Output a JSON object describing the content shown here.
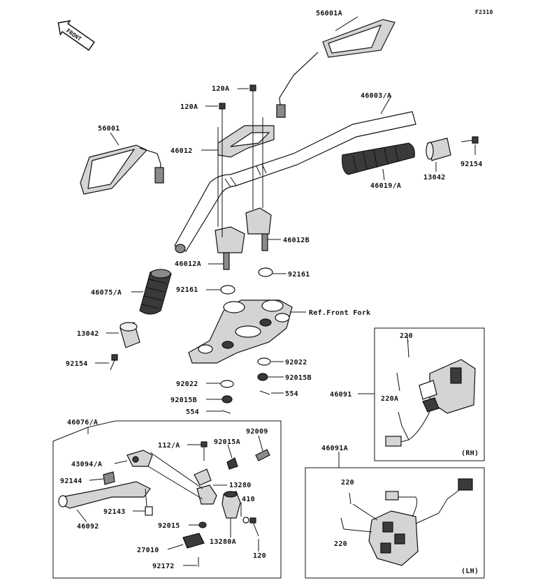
{
  "figure_code": "F2310",
  "front_indicator": "FRONT",
  "labels": {
    "p56001A": "56001A",
    "p120A_1": "120A",
    "p120A_2": "120A",
    "p46003A": "46003/A",
    "p56001": "56001",
    "p46012": "46012",
    "p13042_r": "13042",
    "p92154_r": "92154",
    "p46019A": "46019/A",
    "p46012B": "46012B",
    "p46012A": "46012A",
    "p92161_r": "92161",
    "p46075A": "46075/A",
    "p92161_l": "92161",
    "ref_front_fork": "Ref.Front Fork",
    "p13042_l": "13042",
    "p92022_r": "92022",
    "p92154_l": "92154",
    "p92015B_r": "92015B",
    "p92022_l": "92022",
    "p554_r": "554",
    "p92015B_l": "92015B",
    "p554_l": "554",
    "p46076A": "46076/A",
    "p92009": "92009",
    "p112A": "112/A",
    "p92015A": "92015A",
    "p43094A": "43094/A",
    "p13280": "13280",
    "p92144": "92144",
    "p410": "410",
    "p92143": "92143",
    "p46092": "46092",
    "p92015": "92015",
    "p13280A": "13280A",
    "p27010": "27010",
    "p120": "120",
    "p92172": "92172",
    "p220_rh": "220",
    "p220A": "220A",
    "p46091": "46091",
    "rh": "(RH)",
    "p46091A": "46091A",
    "p220_lh1": "220",
    "p220_lh2": "220",
    "lh": "(LH)"
  }
}
